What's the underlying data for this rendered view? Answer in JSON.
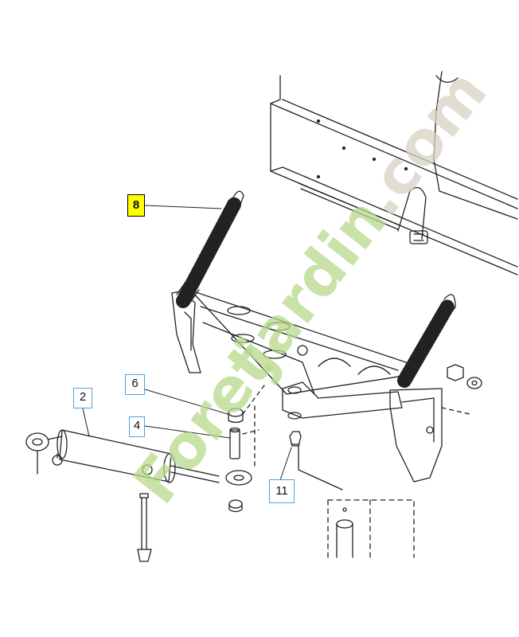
{
  "callouts": {
    "c8": {
      "label": "8",
      "bg": "#ffff00",
      "border": "#000000"
    },
    "c6": {
      "label": "6",
      "border": "#4aa3df"
    },
    "c4": {
      "label": "4",
      "border": "#4aa3df"
    },
    "c2": {
      "label": "2",
      "border": "#4aa3df"
    },
    "c11": {
      "label": "11",
      "border": "#4aa3df"
    }
  },
  "watermark": {
    "part1": "Foret",
    "part2": "jardin",
    "part3": ".com",
    "color_green": "#b8d98a",
    "color_grey": "#d9d2c4"
  }
}
